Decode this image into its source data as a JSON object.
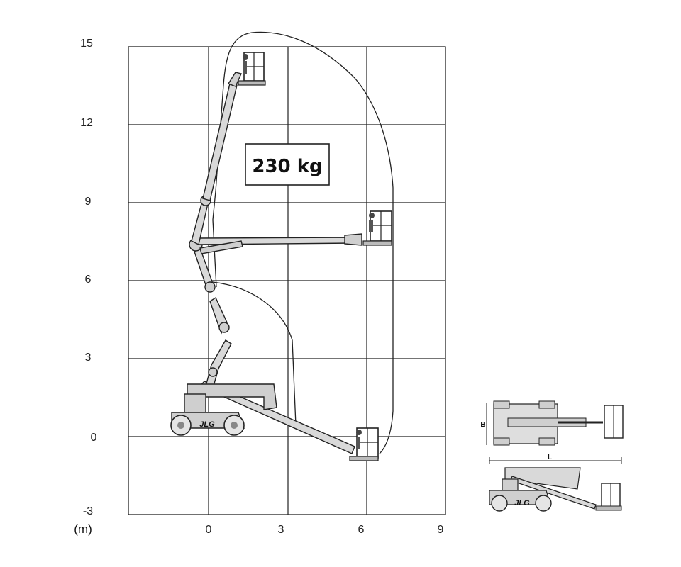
{
  "chart": {
    "unit_label": "(m)",
    "capacity_label": "230 kg",
    "x_ticks": [
      "0",
      "3",
      "6",
      "9"
    ],
    "y_ticks": [
      "15",
      "12",
      "9",
      "6",
      "3",
      "0",
      "-3"
    ],
    "x_grid_range": [
      -3,
      9
    ],
    "y_grid_range": [
      -3,
      15
    ],
    "grid_step": 3
  },
  "thumbnails": {
    "width_label": "B",
    "length_label": "L",
    "brand_label": "JLG"
  },
  "machine": {
    "brand_label": "JLG"
  }
}
